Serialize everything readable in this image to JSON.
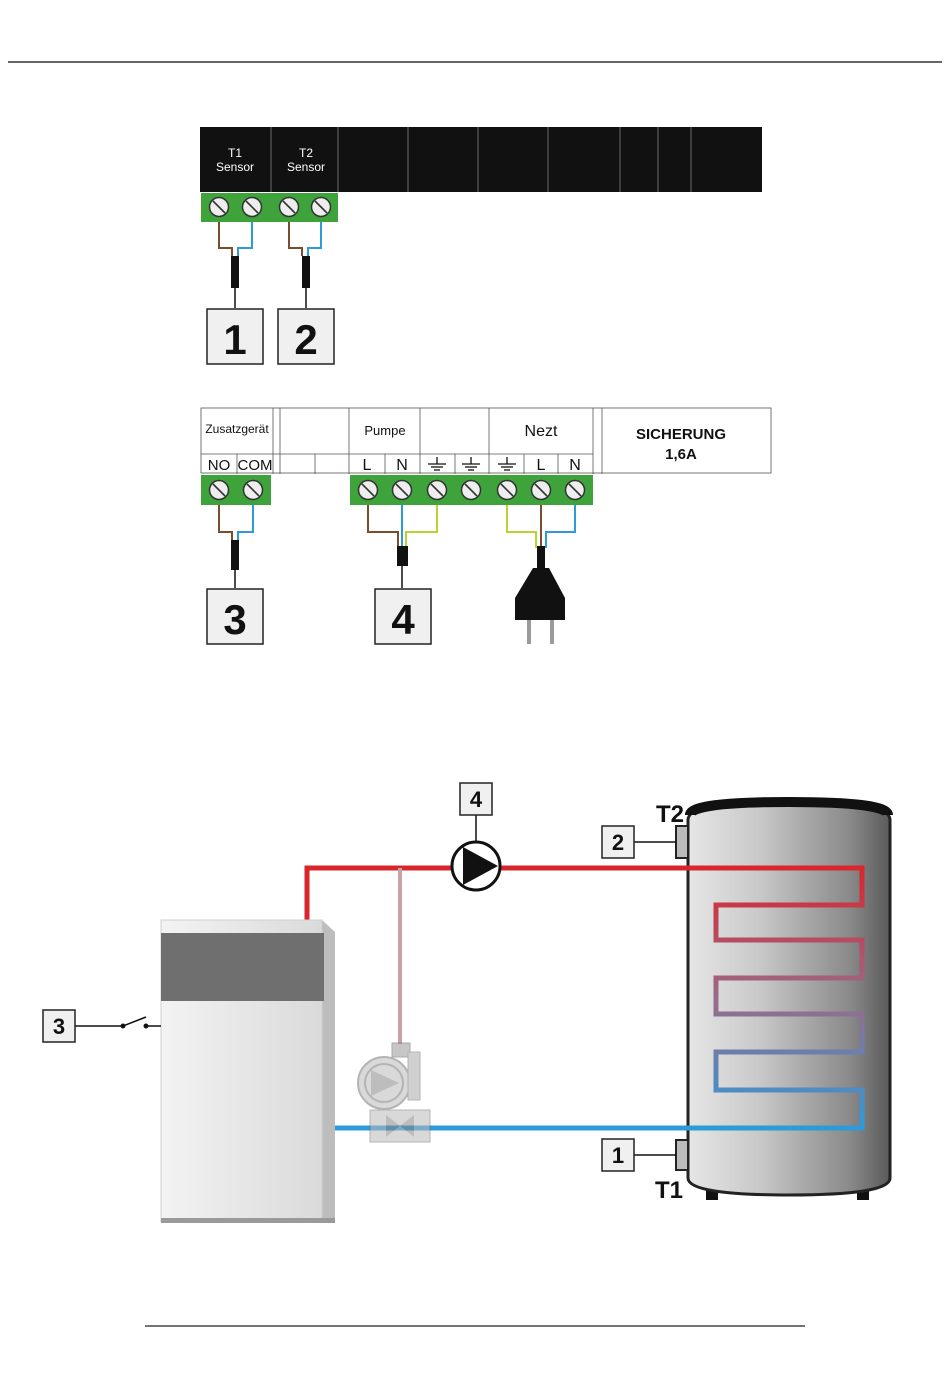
{
  "top_terminal_block": {
    "t1_line1": "T1",
    "t1_line2": "Sensor",
    "t2_line1": "T2",
    "t2_line2": "Sensor"
  },
  "bottom_terminal_block": {
    "zusatzgeraet": "Zusatzgerät",
    "no": "NO",
    "com": "COM",
    "pumpe": "Pumpe",
    "pumpe_l": "L",
    "pumpe_n": "N",
    "nezt": "Nezt",
    "nezt_l": "L",
    "nezt_n": "N",
    "fuse_line1": "SICHERUNG",
    "fuse_line2": "1,6A"
  },
  "connection_numbers": {
    "n1": "1",
    "n2": "2",
    "n3": "3",
    "n4": "4"
  },
  "hydraulic_schematic": {
    "sensor_t2": "T2",
    "sensor_t1": "T1",
    "label_1": "1",
    "label_2": "2",
    "label_3": "3",
    "label_4": "4"
  },
  "colors": {
    "terminal_green": "#3ea33a",
    "block_black": "#111111",
    "hot_pipe": "#d9262c",
    "cold_pipe": "#2e9ad8",
    "wire_brown": "#7a4e2d",
    "wire_blue": "#2f9bd6",
    "wire_earth": "#b7d432"
  }
}
